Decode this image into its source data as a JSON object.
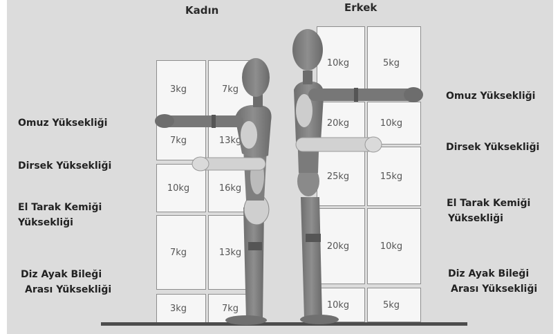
{
  "titles": {
    "female": "Kadın",
    "male": "Erkek"
  },
  "levels_left": [
    "Omuz Yüksekliği",
    "Dirsek Yüksekliği",
    "El Tarak Kemiği",
    "Yüksekliği",
    "Diz Ayak Bileği",
    "Arası Yüksekliği"
  ],
  "levels_right": [
    "Omuz Yüksekliği",
    "Dirsek Yüksekliği",
    "El Tarak Kemiği",
    "Yüksekliği",
    "Diz Ayak Bileği",
    "Arası Yüksekliği"
  ],
  "female_weights": [
    [
      "3kg",
      "7kg"
    ],
    [
      "7kg",
      "13kg"
    ],
    [
      "10kg",
      "16kg"
    ],
    [
      "7kg",
      "13kg"
    ],
    [
      "3kg",
      "7kg"
    ]
  ],
  "male_weights": [
    [
      "10kg",
      "5kg"
    ],
    [
      "20kg",
      "10kg"
    ],
    [
      "25kg",
      "15kg"
    ],
    [
      "20kg",
      "10kg"
    ],
    [
      "10kg",
      "5kg"
    ]
  ],
  "colors": {
    "background": "#dcdcdc",
    "box_fill": "#f6f6f6",
    "box_border": "#8d8d8d",
    "figure_dark": "#7a7a7a",
    "figure_light": "#cfcfcf",
    "floor": "#4d4d4d"
  }
}
